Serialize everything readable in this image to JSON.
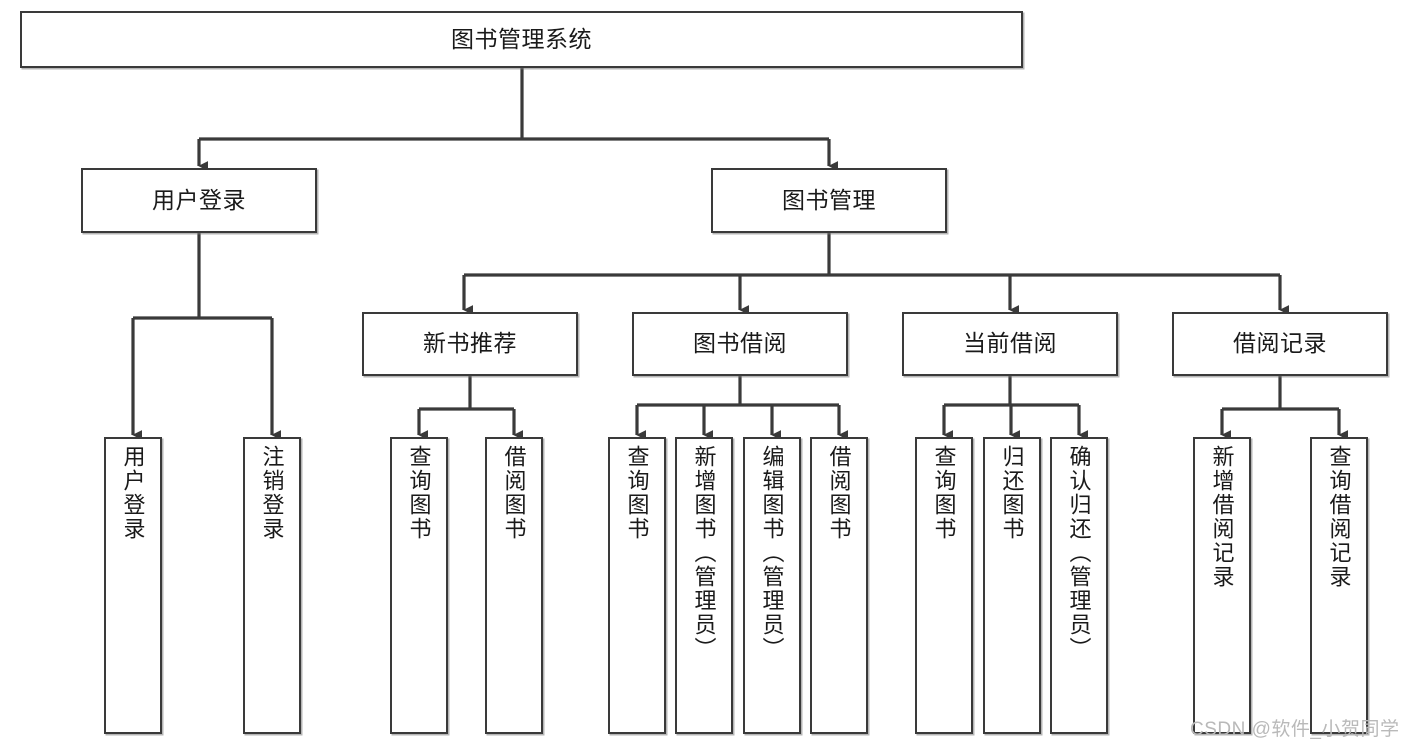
{
  "diagram": {
    "title": "图书管理系统",
    "watermark": "CSDN @软件_小贺同学",
    "stroke_color": "#3a3a3a",
    "background_color": "#ffffff",
    "nodes": {
      "root": {
        "label": "图书管理系统"
      },
      "level2": [
        {
          "label": "用户登录"
        },
        {
          "label": "图书管理"
        }
      ],
      "level3": [
        {
          "label": "新书推荐"
        },
        {
          "label": "图书借阅"
        },
        {
          "label": "当前借阅"
        },
        {
          "label": "借阅记录"
        }
      ],
      "leaves": {
        "user_login": [
          {
            "label": "用户登录"
          },
          {
            "label": "注销登录"
          }
        ],
        "new_book_recommend": [
          {
            "label": "查询图书"
          },
          {
            "label": "借阅图书"
          }
        ],
        "book_borrow": [
          {
            "label": "查询图书"
          },
          {
            "label": "新增图书（管理员）"
          },
          {
            "label": "编辑图书（管理员）"
          },
          {
            "label": "借阅图书"
          }
        ],
        "current_borrow": [
          {
            "label": "查询图书"
          },
          {
            "label": "归还图书"
          },
          {
            "label": "确认归还（管理员）"
          }
        ],
        "borrow_record": [
          {
            "label": "新增借阅记录"
          },
          {
            "label": "查询借阅记录"
          }
        ]
      }
    }
  }
}
